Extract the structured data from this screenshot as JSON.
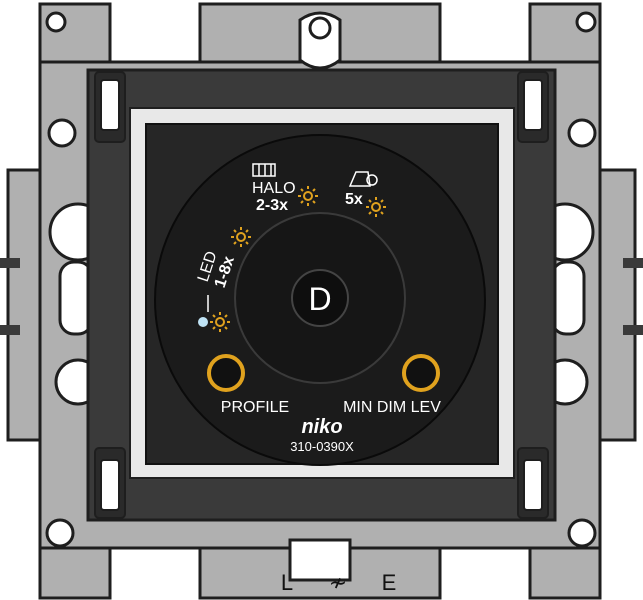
{
  "device": {
    "brand": "niko",
    "model": "310-0390X",
    "knob_label": "D",
    "button_left_label": "PROFILE",
    "button_right_label": "MIN DIM LEV",
    "profiles": {
      "led": {
        "line1": "LED",
        "line2": "1-8x"
      },
      "halo": {
        "line1": "HALO",
        "line2": "2-3x"
      },
      "other": {
        "line1": "5x"
      }
    },
    "terminals": {
      "left": "L",
      "symbol": "≁",
      "right": "E"
    }
  },
  "colors": {
    "frame": "#a9a9a9",
    "frame_outline": "#1e1e1e",
    "housing": "#2f2f2f",
    "face": "#3a3a3a",
    "dial": "#1c1c1c",
    "accent": "#e0a21e",
    "led_indicator": "#bfe3f5"
  },
  "icons": {
    "sun": "sun-icon",
    "bulb": "bulb-icon",
    "halogen": "halogen-lamp-icon",
    "led_indicator": "led-indicator-icon"
  }
}
